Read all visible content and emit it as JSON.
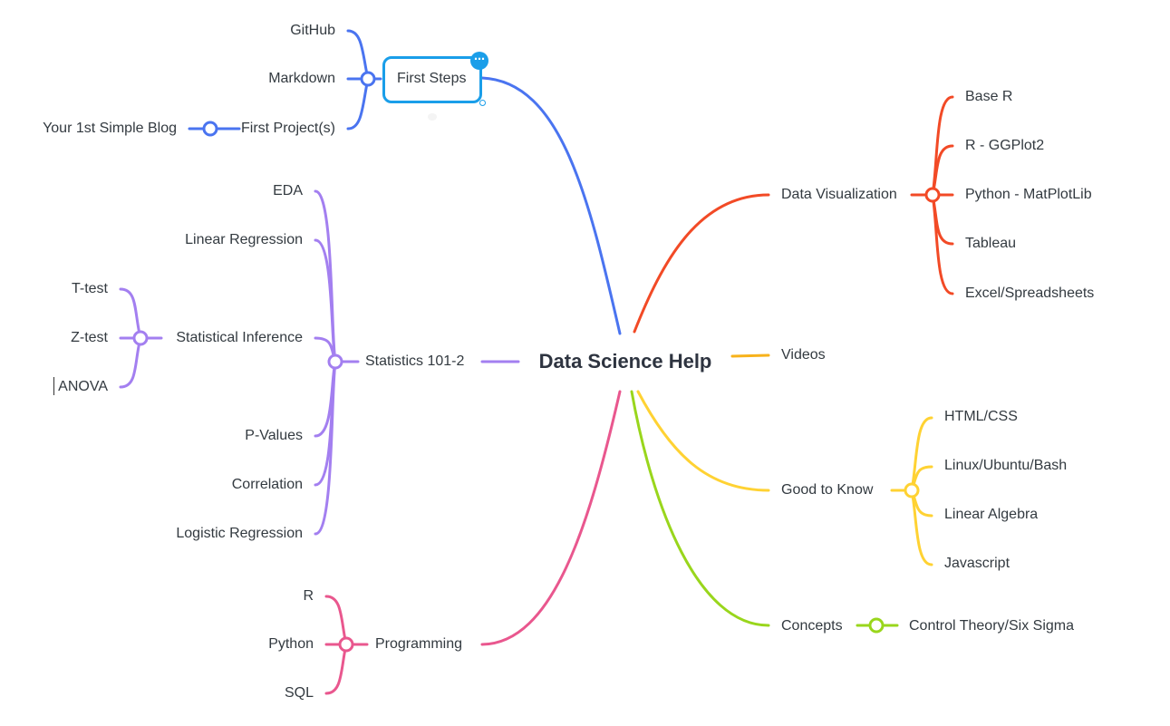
{
  "mindmap": {
    "root": "Data Science Help",
    "colors": {
      "blue": "#4a74f0",
      "purple": "#a37ff0",
      "pink": "#e9578e",
      "red": "#f24a26",
      "orange": "#f7b21b",
      "yellow": "#ffd233",
      "green": "#99d61c",
      "selection": "#1a9ee9"
    },
    "branches": {
      "first_steps": {
        "label": "First Steps",
        "children": [
          "GitHub",
          "Markdown",
          "First Project(s)"
        ],
        "first_project_child": "Your 1st Simple Blog",
        "more_icon": "⋯"
      },
      "statistics": {
        "label": "Statistics 101-2",
        "children": [
          "EDA",
          "Linear Regression",
          "Statistical Inference",
          "P-Values",
          "Correlation",
          "Logistic Regression"
        ],
        "inference_children": [
          "T-test",
          "Z-test",
          "ANOVA"
        ]
      },
      "programming": {
        "label": "Programming",
        "children": [
          "R",
          "Python",
          "SQL"
        ]
      },
      "data_viz": {
        "label": "Data Visualization",
        "children": [
          "Base R",
          "R - GGPlot2",
          "Python - MatPlotLib",
          "Tableau",
          "Excel/Spreadsheets"
        ]
      },
      "videos": {
        "label": "Videos"
      },
      "good_to_know": {
        "label": "Good to Know",
        "children": [
          "HTML/CSS",
          "Linux/Ubuntu/Bash",
          "Linear Algebra",
          "Javascript"
        ]
      },
      "concepts": {
        "label": "Concepts",
        "children": [
          "Control Theory/Six Sigma"
        ]
      }
    }
  }
}
